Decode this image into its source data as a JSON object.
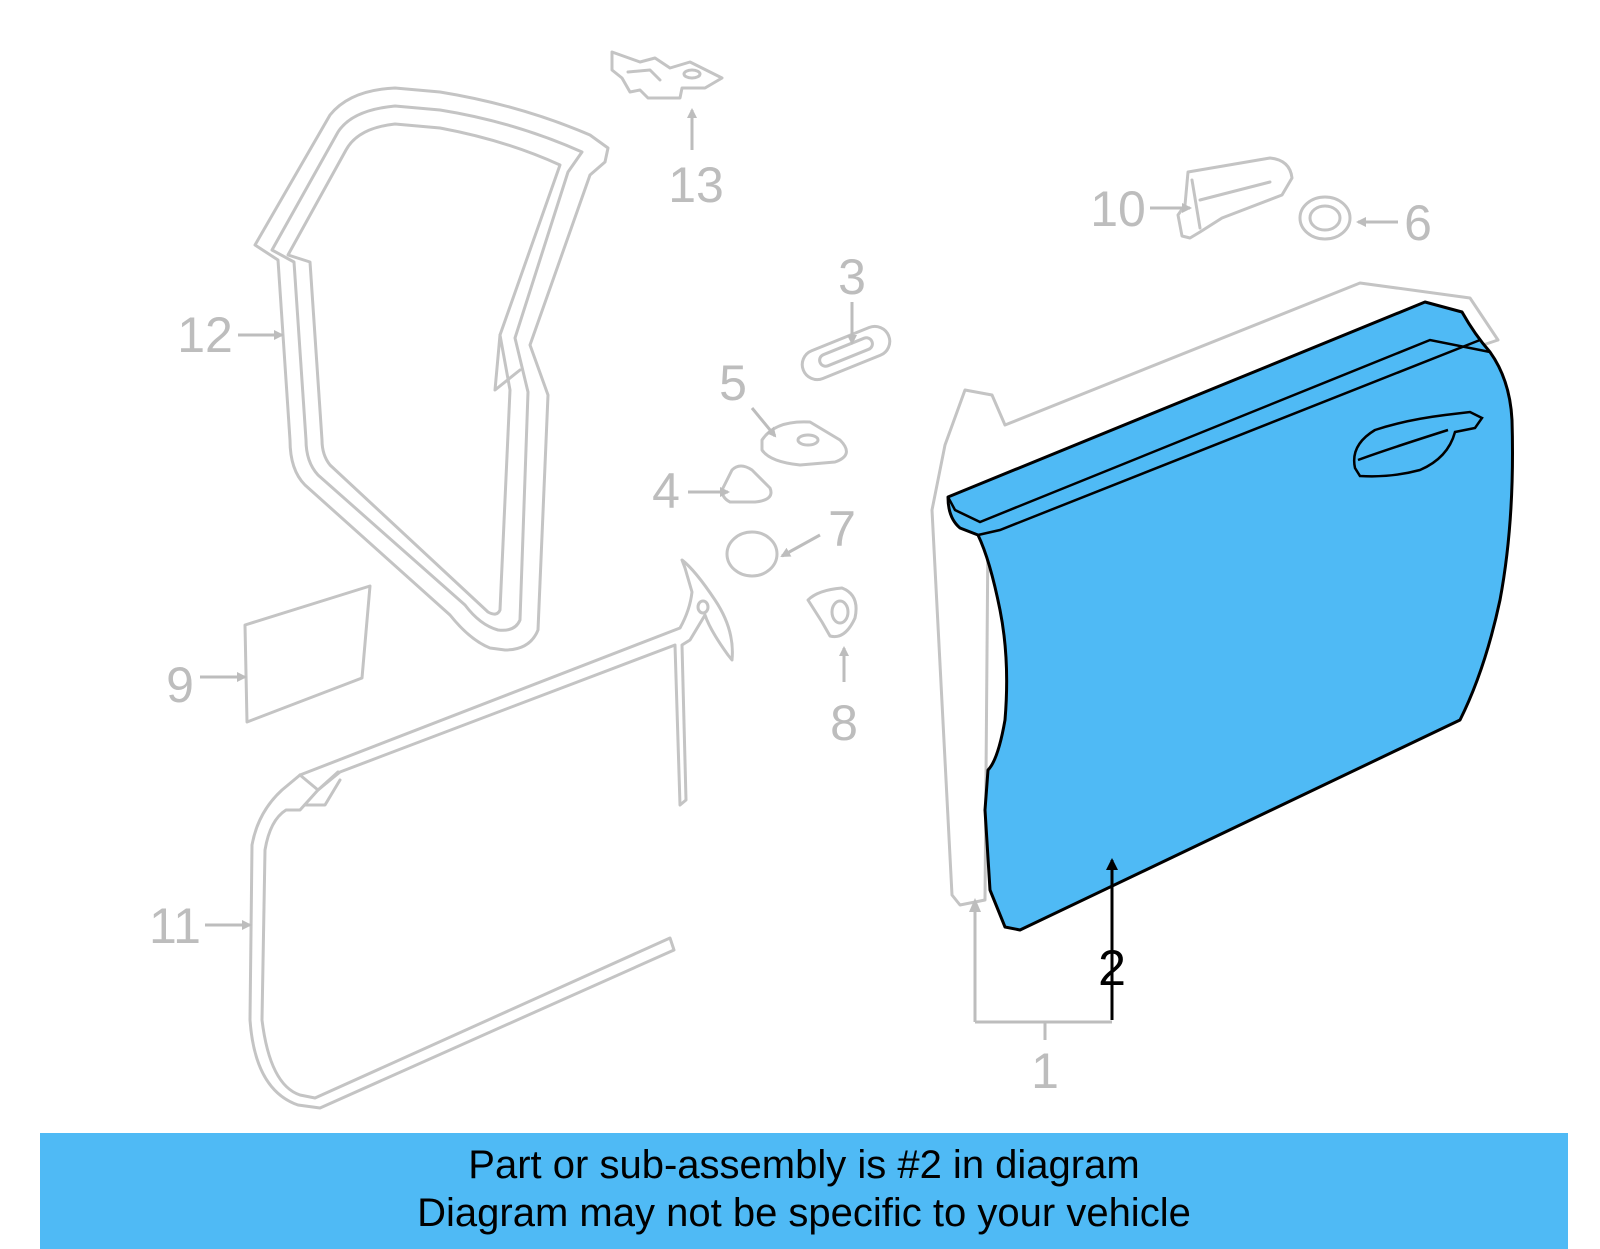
{
  "diagram": {
    "callouts": {
      "c1": "1",
      "c2": "2",
      "c3": "3",
      "c4": "4",
      "c5": "5",
      "c6": "6",
      "c7": "7",
      "c8": "8",
      "c9": "9",
      "c10": "10",
      "c11": "11",
      "c12": "12",
      "c13": "13"
    },
    "highlighted_part": "2",
    "highlight_color": "#4fbaf5",
    "ghost_color": "#c4c4c4"
  },
  "banner": {
    "line1": "Part or sub-assembly is #2 in diagram",
    "line2": "Diagram may not be specific to your vehicle",
    "background": "#4fbaf5"
  }
}
